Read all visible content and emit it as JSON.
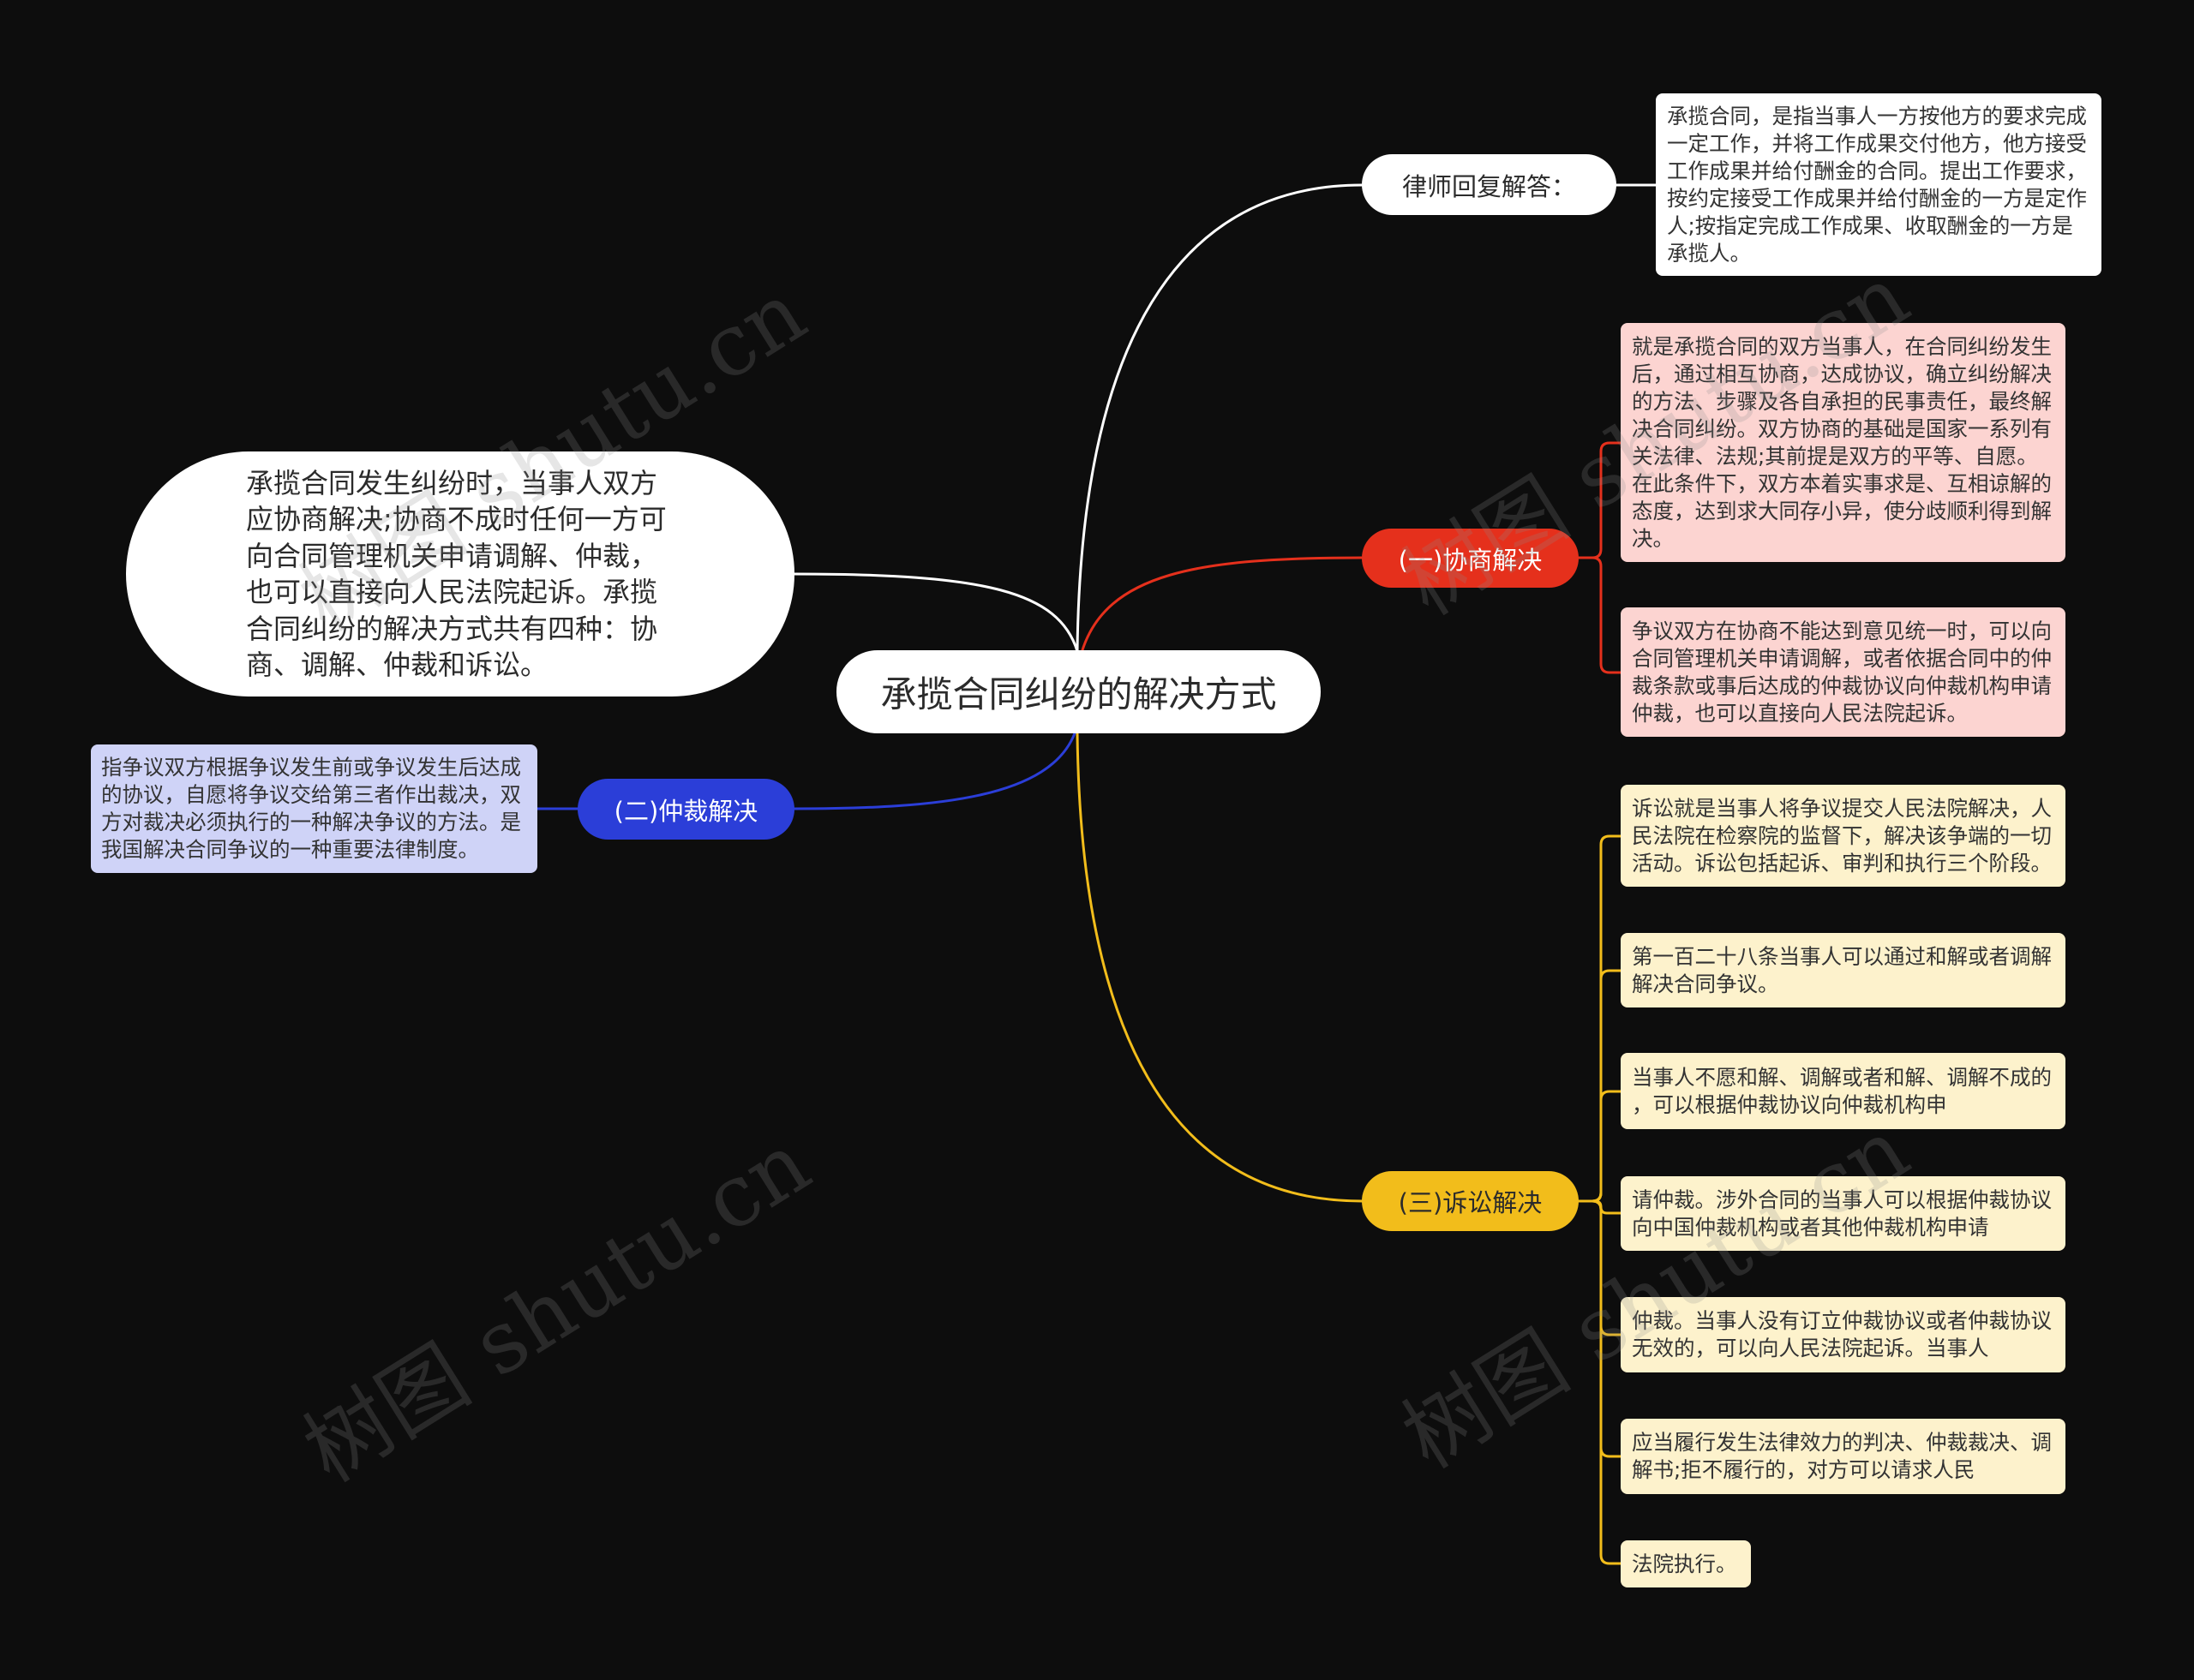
{
  "watermark": "树图 shutu.cn",
  "colors": {
    "background": "#0d0d0d",
    "node": "#ffffff",
    "negotiation": "#e5301c",
    "negotiation_note": "#fcd4d1",
    "arbitration": "#2b3ed8",
    "arbitration_note": "#cfd3f7",
    "litigation": "#f2bd1b",
    "litigation_note": "#fdf2cc"
  },
  "root": {
    "title": "承揽合同纠纷的解决方式"
  },
  "summary": {
    "text": "承揽合同发生纠纷时，当事人双方应协商解决;协商不成时任何一方可向合同管理机关申请调解、仲裁，也可以直接向人民法院起诉。承揽合同纠纷的解决方式共有四种：协商、调解、仲裁和诉讼。"
  },
  "lawyer": {
    "label": "律师回复解答：",
    "note": "承揽合同，是指当事人一方按他方的要求完成一定工作，并将工作成果交付他方，他方接受工作成果并给付酬金的合同。提出工作要求，按约定接受工作成果并给付酬金的一方是定作人;按指定完成工作成果、收取酬金的一方是承揽人。"
  },
  "branches": {
    "negotiation": {
      "label": "(一)协商解决",
      "notes": [
        "就是承揽合同的双方当事人，在合同纠纷发生后，通过相互协商，达成协议，确立纠纷解决的方法、步骤及各自承担的民事责任，最终解决合同纠纷。双方协商的基础是国家一系列有关法律、法规;其前提是双方的平等、自愿。在此条件下，双方本着实事求是、互相谅解的态度，达到求大同存小异，使分歧顺利得到解决。",
        "争议双方在协商不能达到意见统一时，可以向合同管理机关申请调解，或者依据合同中的仲裁条款或事后达成的仲裁协议向仲裁机构申请仲裁，也可以直接向人民法院起诉。"
      ]
    },
    "arbitration": {
      "label": "(二)仲裁解决",
      "notes": [
        "指争议双方根据争议发生前或争议发生后达成的协议，自愿将争议交给第三者作出裁决，双方对裁决必须执行的一种解决争议的方法。是我国解决合同争议的一种重要法律制度。"
      ]
    },
    "litigation": {
      "label": "(三)诉讼解决",
      "notes": [
        "诉讼就是当事人将争议提交人民法院解决，人民法院在检察院的监督下，解决该争端的一切活动。诉讼包括起诉、审判和执行三个阶段。",
        "第一百二十八条当事人可以通过和解或者调解解决合同争议。",
        "当事人不愿和解、调解或者和解、调解不成的，可以根据仲裁协议向仲裁机构申",
        "请仲裁。涉外合同的当事人可以根据仲裁协议向中国仲裁机构或者其他仲裁机构申请",
        "仲裁。当事人没有订立仲裁协议或者仲裁协议无效的，可以向人民法院起诉。当事人",
        "应当履行发生法律效力的判决、仲裁裁决、调解书;拒不履行的，对方可以请求人民",
        "法院执行。"
      ]
    }
  }
}
